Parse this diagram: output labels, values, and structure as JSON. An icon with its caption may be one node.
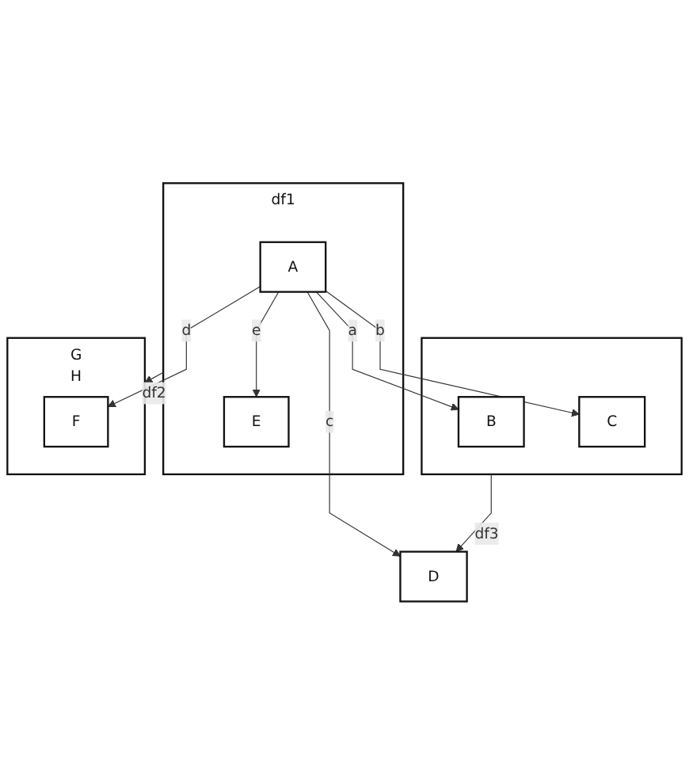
{
  "diagram": {
    "nodes": [
      {
        "text": [
          "df1"
        ]
      },
      {
        "text": [
          "A"
        ],
        "in": 0
      },
      {
        "text": [
          "E"
        ],
        "in": 0
      },
      {
        "text": [],
        "shape": "box"
      },
      {
        "text": [
          "B"
        ],
        "in": 3
      },
      {
        "text": [
          "C"
        ],
        "in": 3
      },
      {
        "text": [
          "D"
        ]
      },
      {
        "text": [
          "G",
          "H"
        ]
      },
      {
        "text": [
          "F"
        ],
        "in": 7
      }
    ],
    "edges": [
      {
        "from": 1,
        "to": 4,
        "arrow": "to",
        "label": "a"
      },
      {
        "from": 1,
        "to": 5,
        "arrow": "to",
        "label": "b"
      },
      {
        "from": 1,
        "to": 6,
        "arrow": "to",
        "label": "c"
      },
      {
        "from": 1,
        "to": 8,
        "arrow": "to",
        "label": "d"
      },
      {
        "from": 1,
        "to": 2,
        "arrow": "to",
        "label": "e"
      },
      {
        "from": 3,
        "to": 6,
        "arrow": "to",
        "label": "df3"
      },
      {
        "from": 0,
        "to": 7,
        "arrow": "to",
        "label": "df2"
      }
    ]
  }
}
